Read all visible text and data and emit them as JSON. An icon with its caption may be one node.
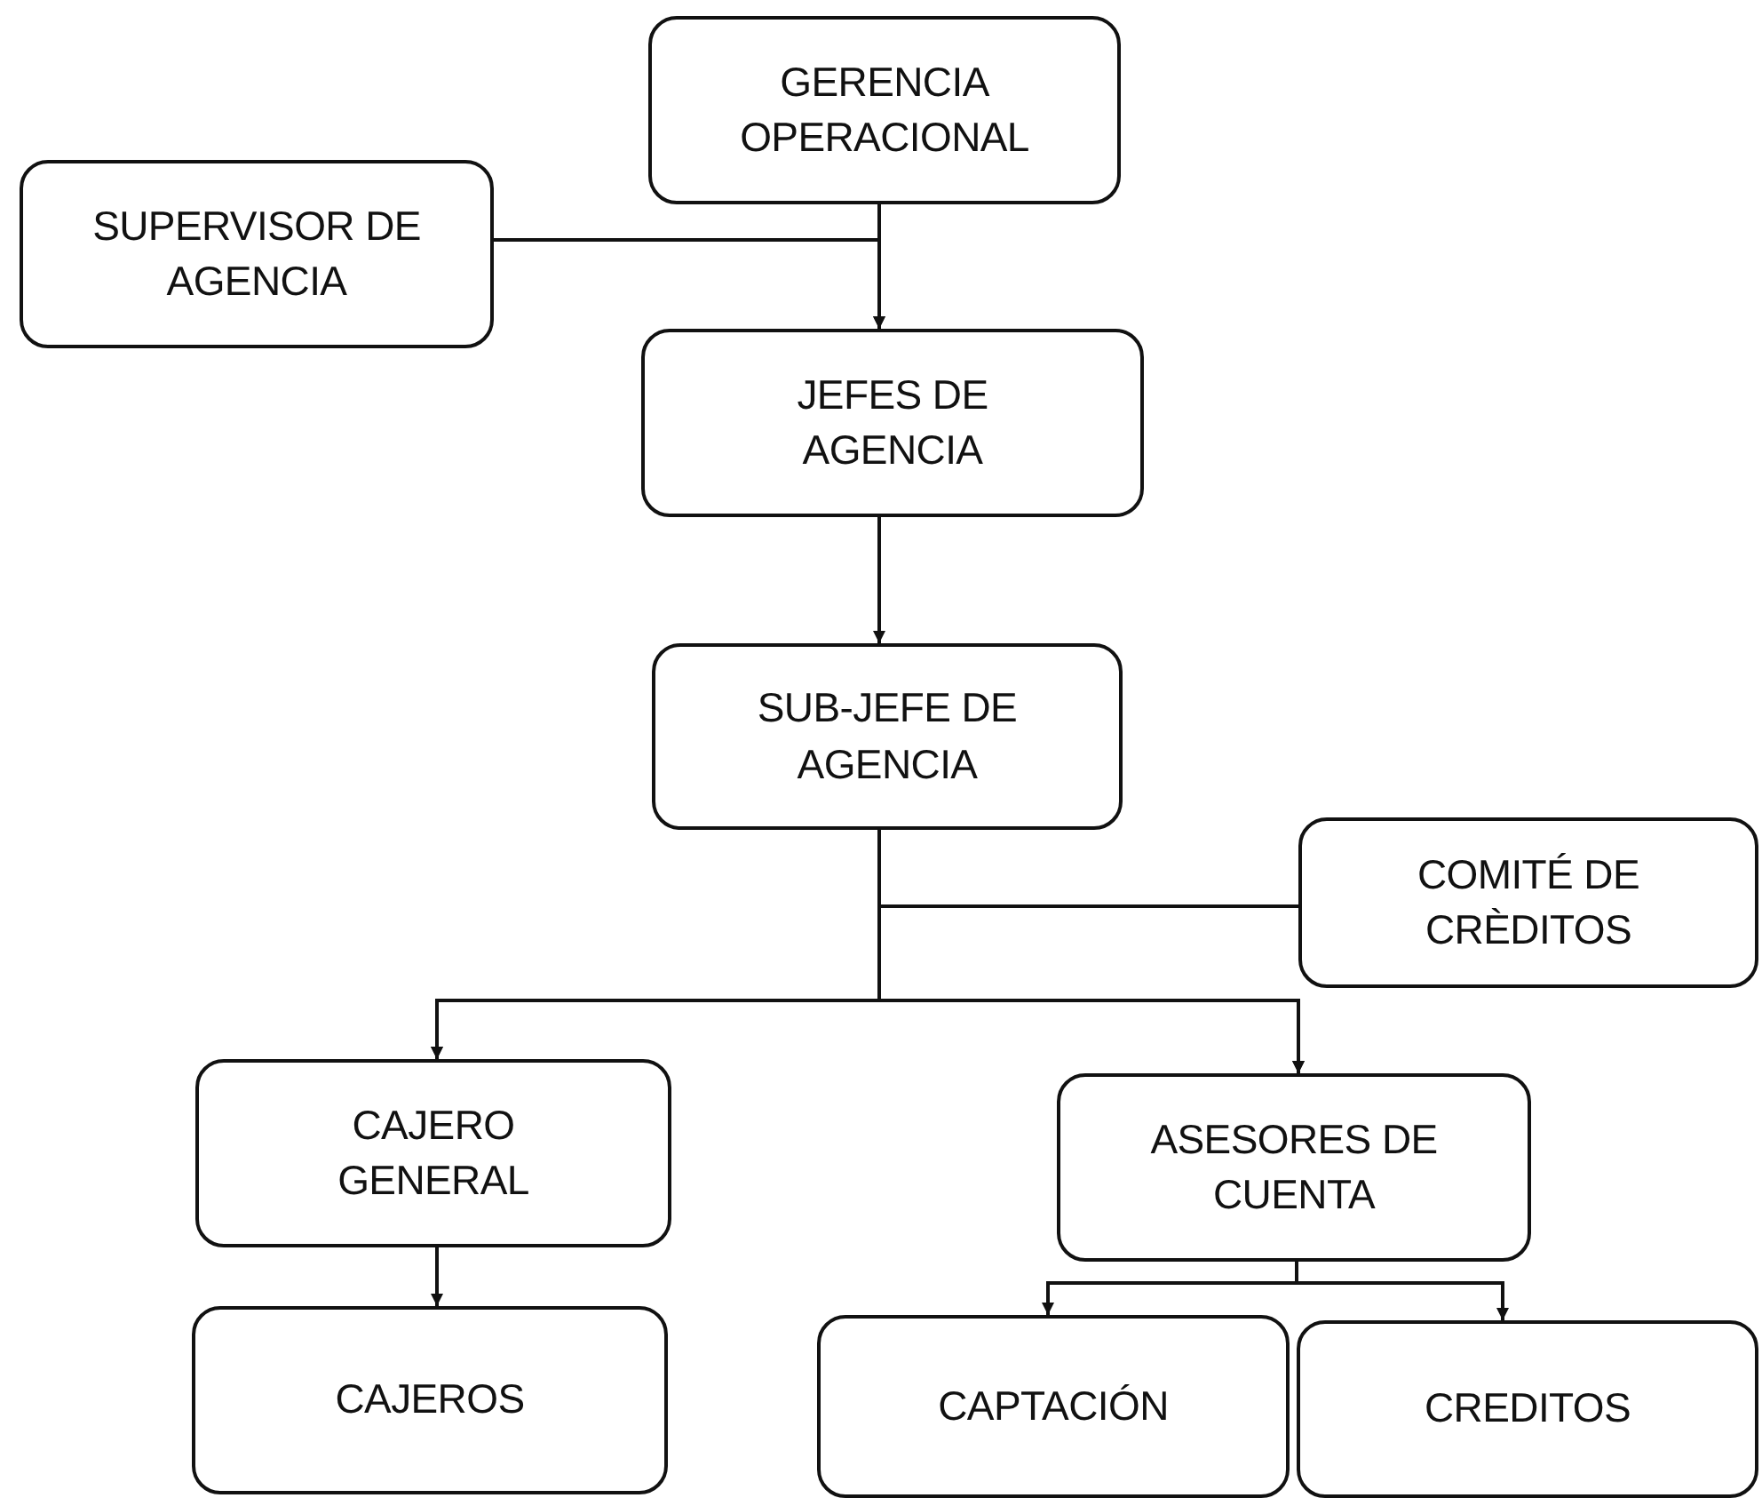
{
  "diagram": {
    "nodes": [
      {
        "text": [
          "GERENCIA OPERACIONAL"
        ]
      },
      {
        "text": [
          "SUPERVISOR DE AGENCIA"
        ]
      },
      {
        "text": [
          "JEFES DE AGENCIA"
        ]
      },
      {
        "text": [
          "SUB-JEFE DE AGENCIA"
        ]
      },
      {
        "text": [
          "COMITÉ DE CRÈDITOS"
        ]
      },
      {
        "text": [
          "CAJERO GENERAL"
        ]
      },
      {
        "text": [
          "ASESORES DE CUENTA"
        ]
      },
      {
        "text": [
          "CAJEROS"
        ]
      },
      {
        "text": [
          "CAPTACIÓN"
        ]
      },
      {
        "text": [
          "CREDITOS"
        ]
      }
    ],
    "edges": [
      {
        "from": 0,
        "to": 2,
        "arrow": "to"
      },
      {
        "from": 1,
        "to": 2,
        "arrow": "to"
      },
      {
        "from": 2,
        "to": 3,
        "arrow": "to"
      },
      {
        "from": 3,
        "to": 5,
        "arrow": "to"
      },
      {
        "from": 3,
        "to": 6,
        "arrow": "to"
      },
      {
        "from": 4,
        "to": 5,
        "arrow": "to"
      },
      {
        "from": 4,
        "to": 6,
        "arrow": "to"
      },
      {
        "from": 5,
        "to": 7,
        "arrow": "to"
      },
      {
        "from": 6,
        "to": 8,
        "arrow": "to"
      },
      {
        "from": 6,
        "to": 9,
        "arrow": "to"
      }
    ]
  }
}
